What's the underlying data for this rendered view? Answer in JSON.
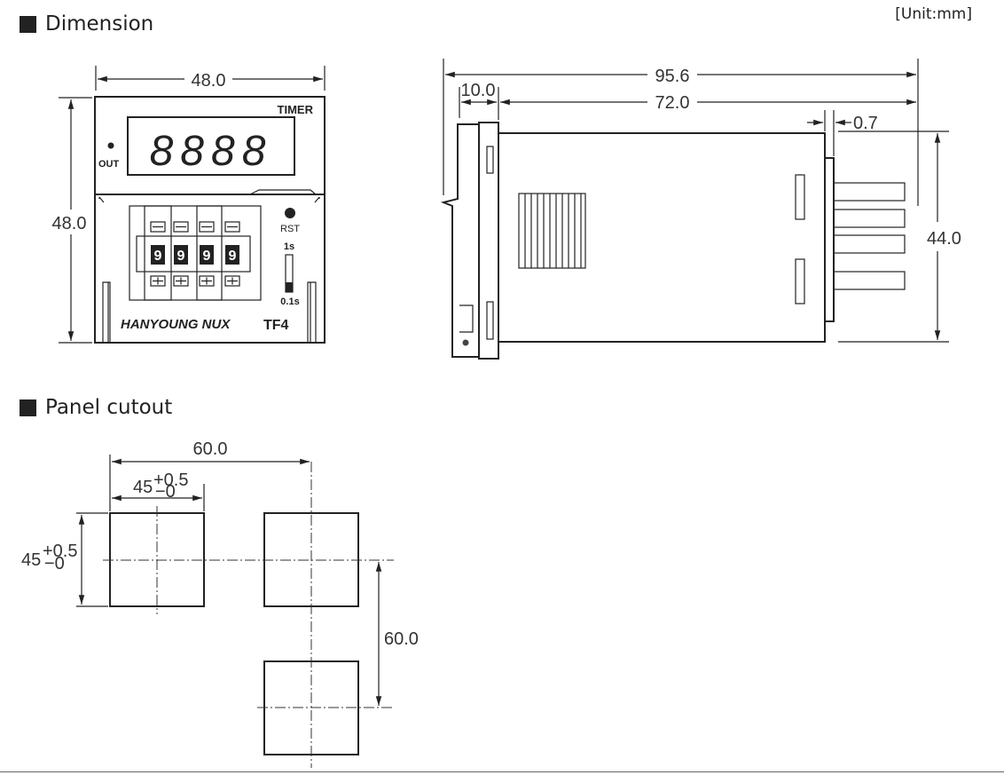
{
  "sections": {
    "dimension": "Dimension",
    "panel_cutout": "Panel cutout"
  },
  "unit_note": "[Unit:mm]",
  "front_view": {
    "width_label": "48.0",
    "height_label": "48.0",
    "timer_label": "TIMER",
    "out_label": "OUT",
    "display_digits": "8888",
    "rst_label": "RST",
    "range_high": "1s",
    "range_low": "0.1s",
    "switch_digits": [
      "9",
      "9",
      "9",
      "9"
    ],
    "brand": "HANYOUNG NUX",
    "model": "TF4"
  },
  "side_view": {
    "total_length": "95.6",
    "front_depth": "10.0",
    "body_length": "72.0",
    "rear_gap": "0.7",
    "height": "44.0"
  },
  "cutout": {
    "pitch_h": "60.0",
    "pitch_v": "60.0",
    "size_base": "45",
    "tol_plus": "+0.5",
    "tol_minus": "−0"
  },
  "colors": {
    "line": "#222222",
    "text": "#333333"
  }
}
